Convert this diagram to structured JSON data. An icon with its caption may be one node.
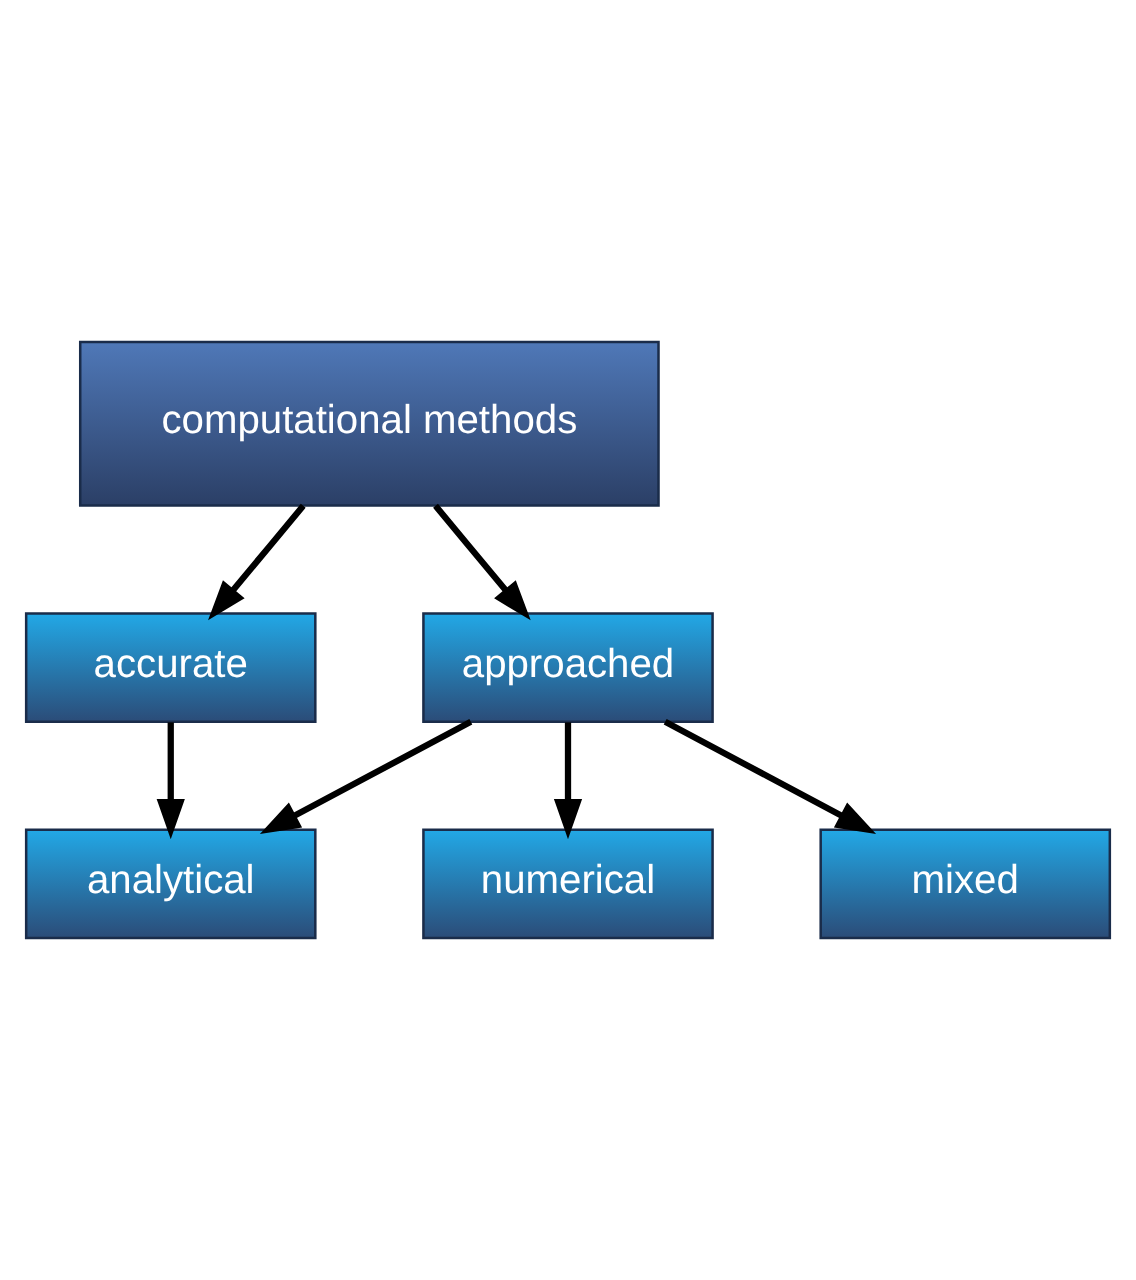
{
  "diagram": {
    "nodes": [
      {
        "text": [
          "computational methods"
        ]
      },
      {
        "text": [
          "accurate"
        ]
      },
      {
        "text": [
          "approached"
        ]
      },
      {
        "text": [
          "analytical"
        ]
      },
      {
        "text": [
          "numerical"
        ]
      },
      {
        "text": [
          "mixed"
        ]
      }
    ],
    "edges": [
      {
        "from": 0,
        "to": 1,
        "arrow": "to"
      },
      {
        "from": 0,
        "to": 2,
        "arrow": "to"
      },
      {
        "from": 1,
        "to": 3,
        "arrow": "to"
      },
      {
        "from": 2,
        "to": 3,
        "arrow": "to"
      },
      {
        "from": 2,
        "to": 4,
        "arrow": "to"
      },
      {
        "from": 2,
        "to": 5,
        "arrow": "to"
      }
    ]
  }
}
